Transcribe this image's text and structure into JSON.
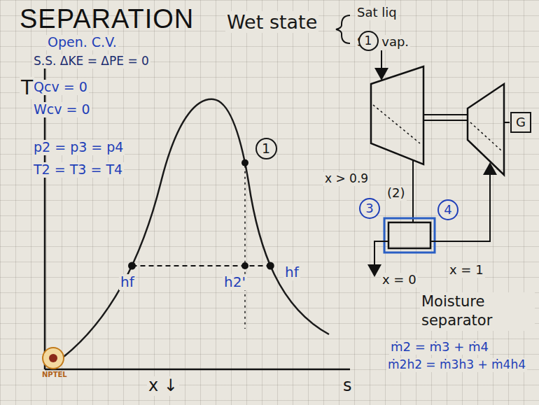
{
  "diagram": {
    "title": "SEPARATION",
    "nodes": [
      {
        "text": [
          "1"
        ]
      },
      {
        "text": [
          "1"
        ]
      },
      {
        "text": [
          "3"
        ]
      },
      {
        "text": [
          "4"
        ]
      },
      {
        "text": [
          "G"
        ]
      }
    ],
    "labels": [
      "Wet state",
      "Sat liq",
      "Sat vap.",
      "Open. C.V.",
      "S.S. ΔKE = ΔPE = 0",
      "Qcv = 0",
      "Wcv = 0",
      "p2 = p3 = p4",
      "T2 = T3 = T4",
      "T",
      "hf",
      "h2'",
      "hf",
      "x ↓",
      "s",
      "x > 0.9",
      "(2)",
      "x = 0",
      "x = 1",
      "Moisture separator",
      "ṁ2 = ṁ3 + ṁ4",
      "ṁ2h2 = ṁ3h3 + ṁ4h4",
      "NPTEL"
    ]
  }
}
